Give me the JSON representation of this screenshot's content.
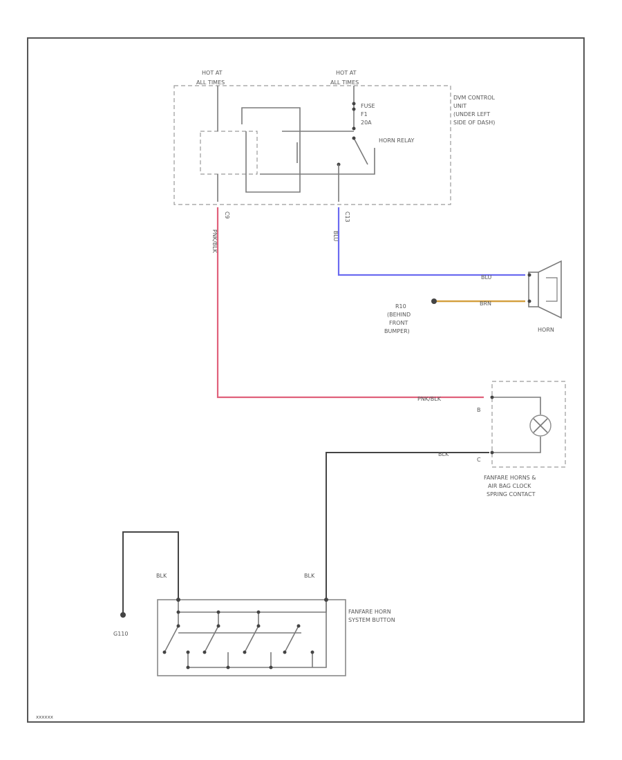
{
  "colors": {
    "border": "#555555",
    "wire_red": "#e0607a",
    "wire_blue": "#6a6af0",
    "wire_brown": "#d4a040",
    "wire_black": "#444444",
    "component": "#8a8a8a"
  },
  "labels": {
    "hot_left": "HOT AT",
    "hot_left_2": "ALL TIMES",
    "hot_right": "HOT AT",
    "hot_right_2": "ALL TIMES",
    "fuse_1": "FUSE",
    "fuse_2": "F1",
    "fuse_3": "20A",
    "horn_relay": "HORN RELAY",
    "ecu_1": "DVM CONTROL",
    "ecu_2": "UNIT",
    "ecu_3": "(UNDER LEFT",
    "ecu_4": "SIDE OF DASH)",
    "pin_c9": "C9",
    "pin_c13": "C13",
    "wire_red_top": "PNK/BLK",
    "wire_blue_vert": "BLU",
    "wire_blue_horiz": "BLU",
    "wire_brown": "BRN",
    "ground_1": "R10",
    "ground_2": "(BEHIND",
    "ground_3": "FRONT",
    "ground_4": "BUMPER)",
    "horn": "HORN",
    "wire_red_bottom": "PNK/BLK",
    "pin_a": "B",
    "pin_b": "C",
    "wire_black_horiz": "BLK",
    "fanfare_1": "FANFARE HORNS &",
    "fanfare_2": "AIR BAG CLOCK",
    "fanfare_3": "SPRING CONTACT",
    "wire_black_left": "BLK",
    "wire_black_right": "BLK",
    "ground_left": "G110",
    "button_1": "FANFARE HORN",
    "button_2": "SYSTEM BUTTON",
    "footer_code": "xxxxxx"
  }
}
